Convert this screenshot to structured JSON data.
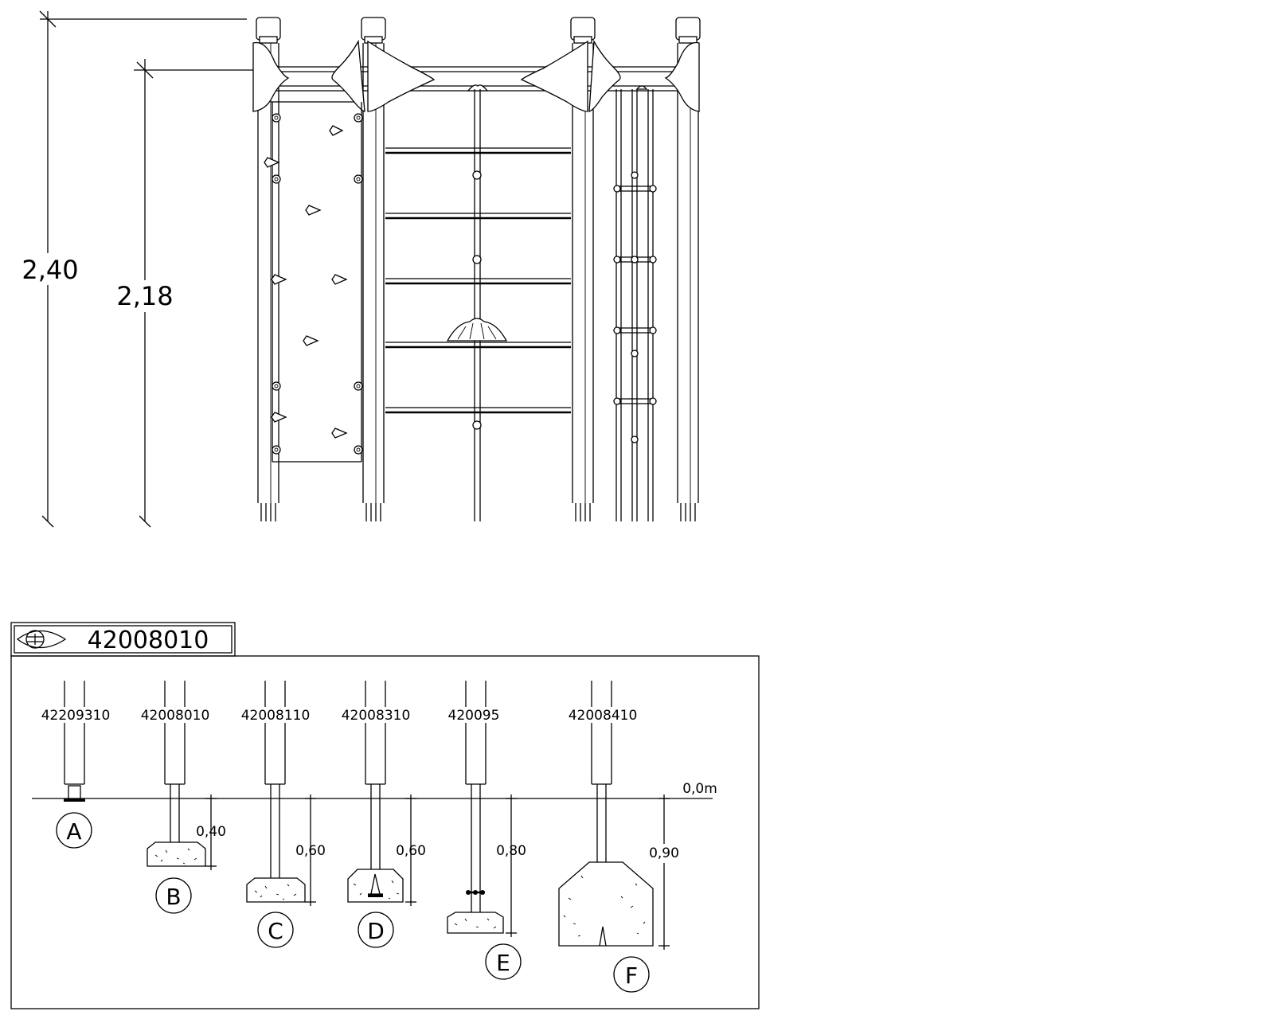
{
  "elevation": {
    "dim_total_height": "2,40",
    "dim_platform_height": "2,18"
  },
  "foundations": {
    "header_code": "42008010",
    "header_icon": "view-eye-icon",
    "ground_level": "0,0m",
    "items": [
      {
        "code": "42209310",
        "letter": "A",
        "depth": ""
      },
      {
        "code": "42008010",
        "letter": "B",
        "depth": "0,40"
      },
      {
        "code": "42008110",
        "letter": "C",
        "depth": "0,60"
      },
      {
        "code": "42008310",
        "letter": "D",
        "depth": "0,60"
      },
      {
        "code": "420095",
        "letter": "E",
        "depth": "0,80"
      },
      {
        "code": "42008410",
        "letter": "F",
        "depth": "0,90"
      }
    ]
  }
}
